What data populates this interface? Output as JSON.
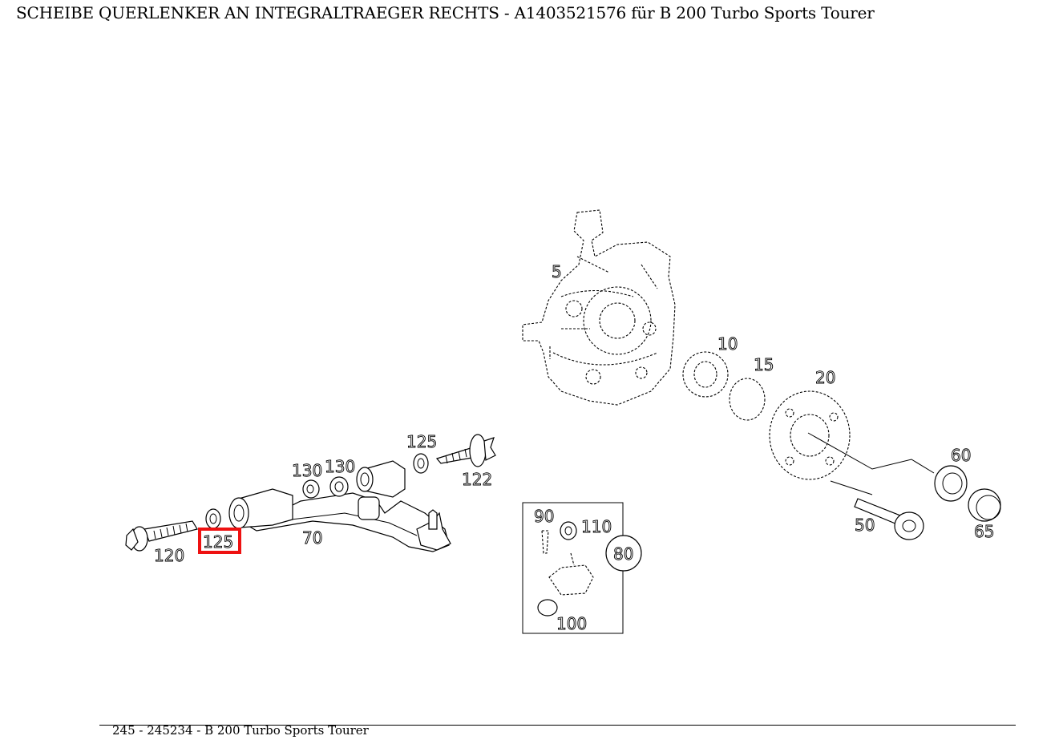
{
  "page": {
    "title": "SCHEIBE QUERLENKER AN INTEGRALTRAEGER RECHTS - A1403521576 für B 200 Turbo Sports Tourer",
    "footer": "245 - 245234 - B 200 Turbo Sports Tourer"
  },
  "diagram": {
    "highlight_color": "#ee1111",
    "highlighted_part": "125",
    "labels": {
      "p5": "5",
      "p10": "10",
      "p15": "15",
      "p20": "20",
      "p50": "50",
      "p60": "60",
      "p65": "65",
      "p70": "70",
      "p80": "80",
      "p90": "90",
      "p100": "100",
      "p110": "110",
      "p120": "120",
      "p122": "122",
      "p125a": "125",
      "p125b": "125",
      "p130a": "130",
      "p130b": "130"
    }
  }
}
